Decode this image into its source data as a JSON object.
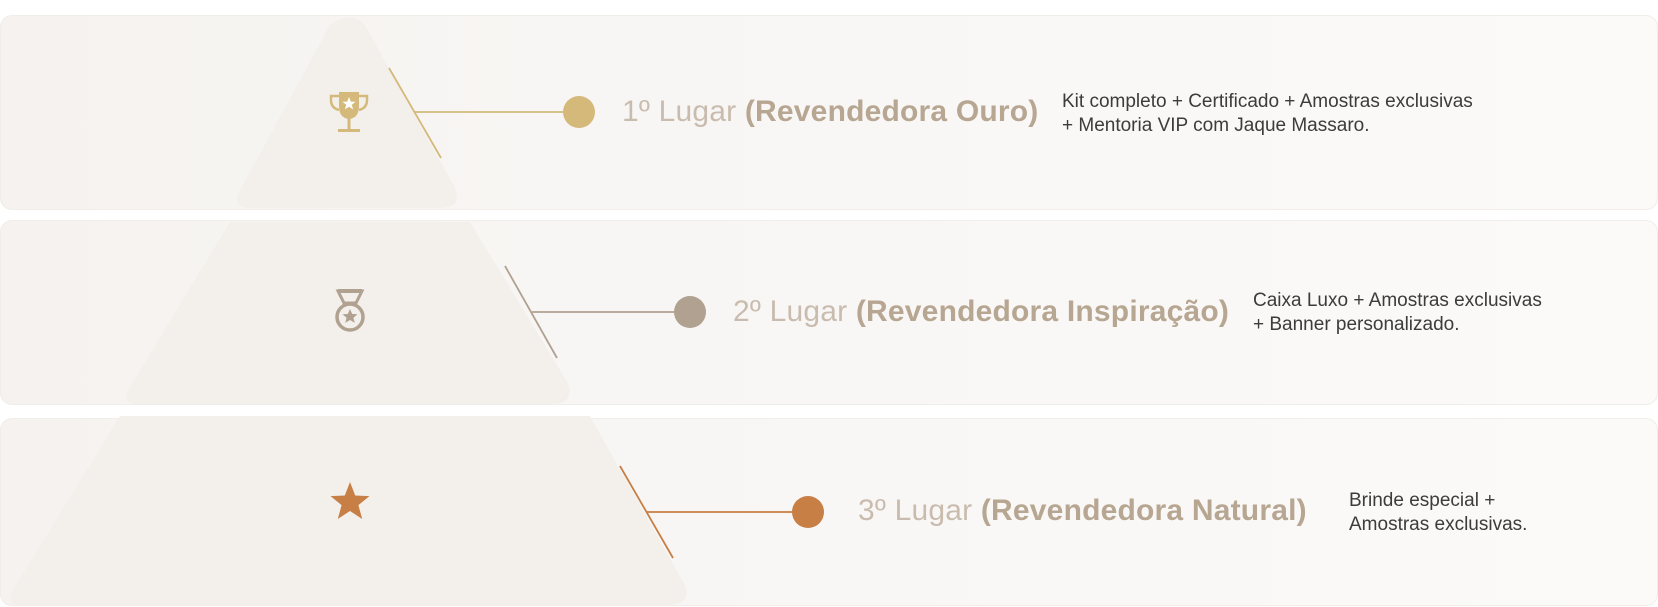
{
  "colors": {
    "gold": "#d4b97a",
    "silver": "#b0a190",
    "bronze": "#c87f45",
    "title_muted": "#c9bcae",
    "title_strong": "#b7a691",
    "text": "#3e3b39"
  },
  "tiers": [
    {
      "place": "1º Lugar",
      "role": "(Revendedora Ouro)",
      "icon": "trophy-icon",
      "desc_line1": "Kit completo + Certificado + Amostras exclusivas",
      "desc_line2": "+ Mentoria VIP com Jaque Massaro."
    },
    {
      "place": "2º Lugar",
      "role": "(Revendedora Inspiração)",
      "icon": "medal-icon",
      "desc_line1": "Caixa Luxo + Amostras exclusivas",
      "desc_line2": "+ Banner personalizado."
    },
    {
      "place": "3º Lugar",
      "role": "(Revendedora Natural)",
      "icon": "star-icon",
      "desc_line1": "Brinde especial +",
      "desc_line2": "Amostras exclusivas."
    }
  ]
}
